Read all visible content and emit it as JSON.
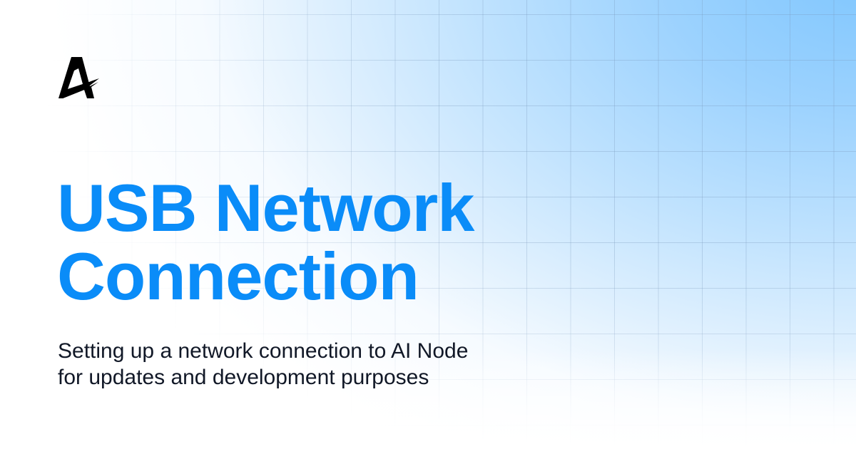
{
  "brand": {
    "logo_icon": "stylized-letter-a-logo",
    "logo_color": "#000000"
  },
  "title": {
    "lines": [
      "USB Network",
      "Connection"
    ],
    "color": "#0a8cf8"
  },
  "subtitle": {
    "lines": [
      "Setting up a network connection to AI Node",
      "for updates and development purposes"
    ],
    "color": "#111827"
  },
  "background": {
    "accent_color": "#7fc6fe",
    "base_color": "#ffffff",
    "grid_color": "#a9bfd6"
  }
}
